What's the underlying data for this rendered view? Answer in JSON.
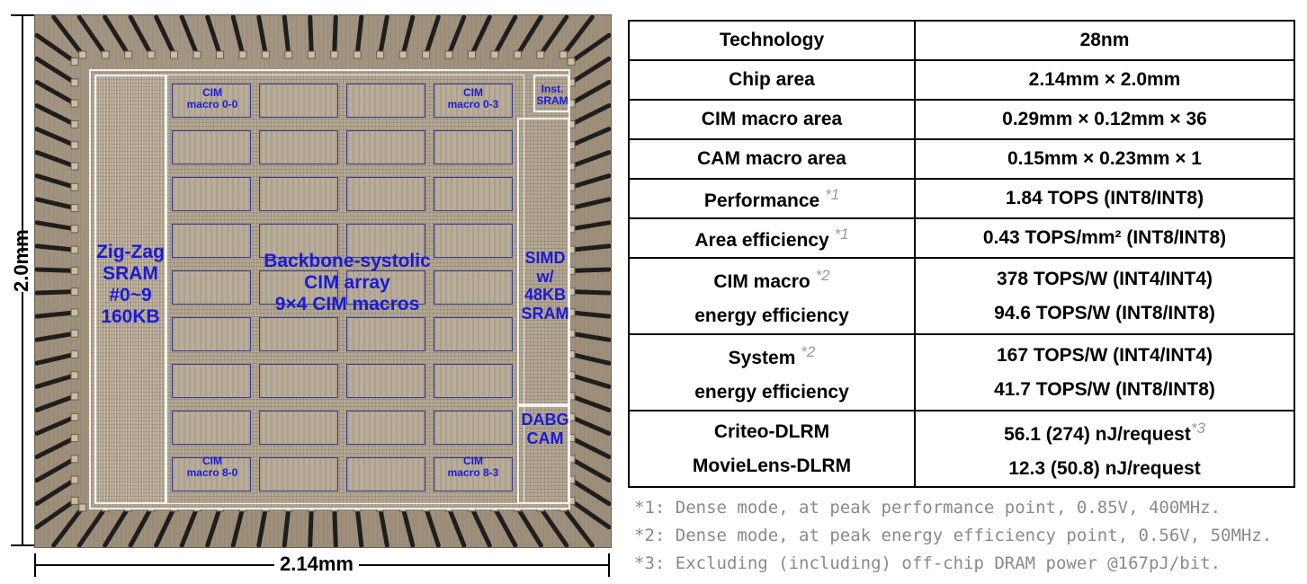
{
  "die": {
    "height_label": "2.0mm",
    "width_label": "2.14mm",
    "blocks": {
      "zigzag": [
        "Zig-Zag",
        "SRAM",
        "#0~9",
        "160KB"
      ],
      "backbone": [
        "Backbone-systolic",
        "CIM array",
        "9×4 CIM macros"
      ],
      "simd": [
        "SIMD",
        "w/",
        "48KB",
        "SRAM"
      ],
      "dabg": [
        "DABG",
        "CAM"
      ],
      "inst_sram": [
        "Inst.",
        "SRAM"
      ],
      "macro_corners": {
        "tl": [
          "CIM",
          "macro 0-0"
        ],
        "tr": [
          "CIM",
          "macro 0-3"
        ],
        "bl": [
          "CIM",
          "macro 8-0"
        ],
        "br": [
          "CIM",
          "macro 8-3"
        ]
      }
    },
    "macro_grid": {
      "rows": 9,
      "cols": 4
    }
  },
  "spec_table": {
    "rows": [
      {
        "key": [
          "Technology"
        ],
        "note": "",
        "value": [
          "28nm"
        ],
        "value_note": ""
      },
      {
        "key": [
          "Chip area"
        ],
        "note": "",
        "value": [
          "2.14mm × 2.0mm"
        ],
        "value_note": ""
      },
      {
        "key": [
          "CIM macro area"
        ],
        "note": "",
        "value": [
          "0.29mm × 0.12mm × 36"
        ],
        "value_note": ""
      },
      {
        "key": [
          "CAM macro area"
        ],
        "note": "",
        "value": [
          "0.15mm × 0.23mm × 1"
        ],
        "value_note": ""
      },
      {
        "key": [
          "Performance"
        ],
        "note": "*1",
        "value": [
          "1.84 TOPS (INT8/INT8)"
        ],
        "value_note": ""
      },
      {
        "key": [
          "Area efficiency"
        ],
        "note": "*1",
        "value": [
          "0.43 TOPS/mm² (INT8/INT8)"
        ],
        "value_note": ""
      },
      {
        "key": [
          "CIM macro",
          "energy efficiency"
        ],
        "note": "*2",
        "value": [
          "378 TOPS/W (INT4/INT4)",
          "94.6 TOPS/W (INT8/INT8)"
        ],
        "value_note": ""
      },
      {
        "key": [
          "System",
          "energy efficiency"
        ],
        "note": "*2",
        "value": [
          "167 TOPS/W (INT4/INT4)",
          "41.7 TOPS/W (INT8/INT8)"
        ],
        "value_note": ""
      },
      {
        "key": [
          "Criteo-DLRM",
          "MovieLens-DLRM"
        ],
        "note": "",
        "value": [
          "56.1 (274) nJ/request",
          "12.3 (50.8) nJ/request"
        ],
        "value_note": "*3"
      }
    ]
  },
  "footnotes": [
    "*1: Dense mode, at peak performance point, 0.85V, 400MHz.",
    "*2: Dense mode, at peak energy efficiency point, 0.56V, 50MHz.",
    "*3: Excluding (including) off-chip DRAM power @167pJ/bit."
  ],
  "colors": {
    "label_blue": "#1a1ad6",
    "footnote_gray": "#8a8a8a",
    "die_base": "#9d8f7a"
  }
}
